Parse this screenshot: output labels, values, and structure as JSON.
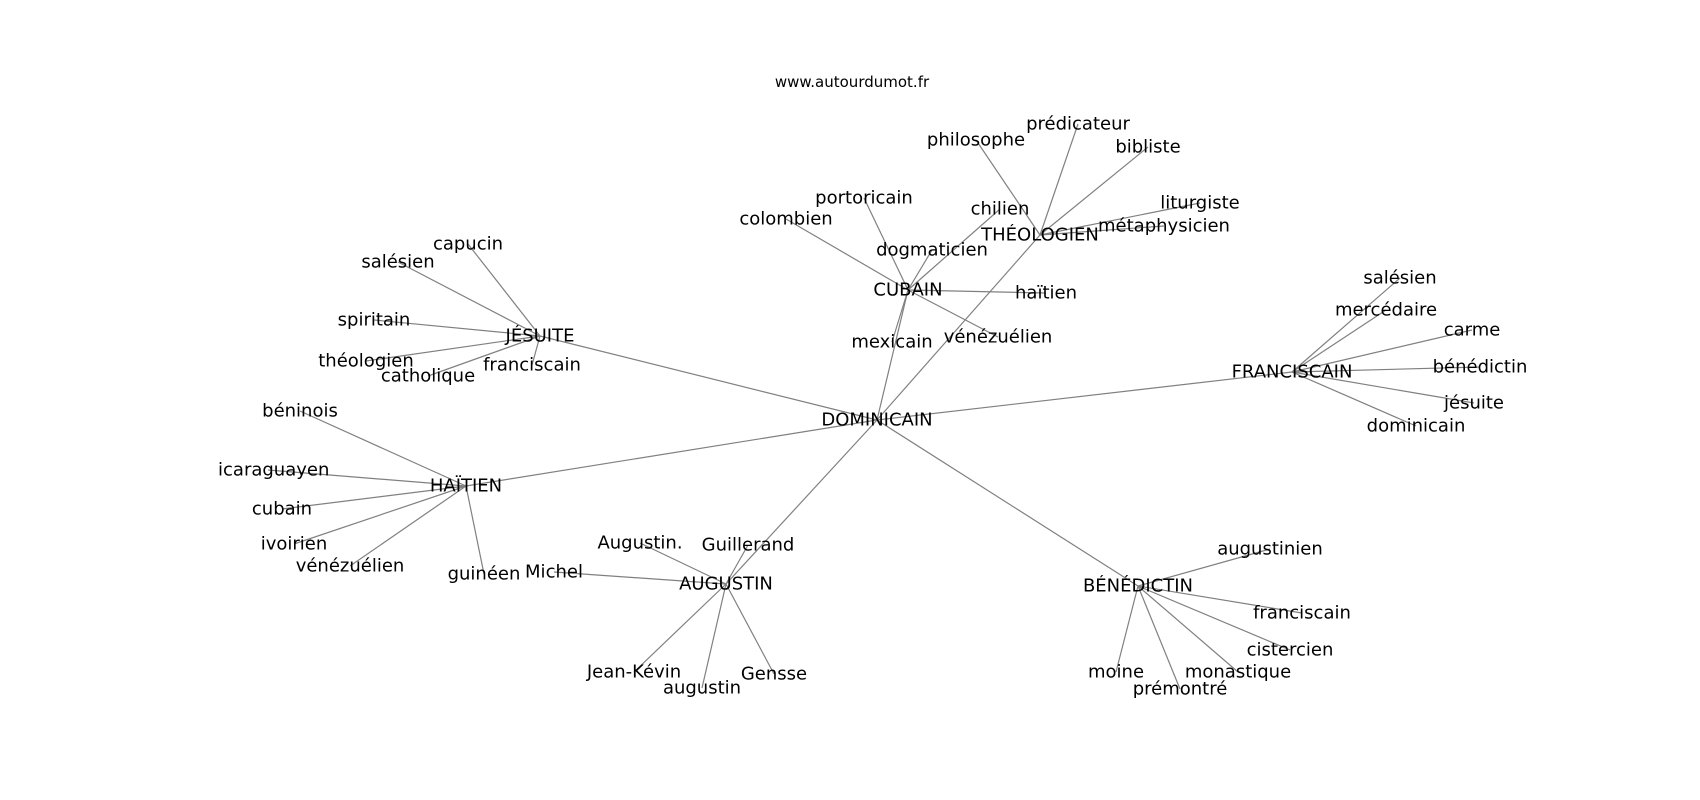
{
  "title": "www.autourdumot.fr",
  "edge_color": "#808080",
  "center": {
    "id": "dominicain",
    "label": "DOMINICAIN"
  },
  "hubs": [
    {
      "id": "cubain",
      "label": "CUBAIN",
      "leaves": [
        {
          "id": "cubain-colombien",
          "label": "colombien"
        },
        {
          "id": "cubain-portoricain",
          "label": "portoricain"
        },
        {
          "id": "cubain-chilien",
          "label": "chilien"
        },
        {
          "id": "cubain-dogmaticien",
          "label": "dogmaticien"
        },
        {
          "id": "cubain-haitien",
          "label": "haïtien"
        },
        {
          "id": "cubain-venezuelien",
          "label": "vénézuélien"
        },
        {
          "id": "cubain-mexicain",
          "label": "mexicain"
        }
      ]
    },
    {
      "id": "theologien",
      "label": "THÉOLOGIEN",
      "leaves": [
        {
          "id": "theologien-philosophe",
          "label": "philosophe"
        },
        {
          "id": "theologien-predicateur",
          "label": "prédicateur"
        },
        {
          "id": "theologien-bibliste",
          "label": "bibliste"
        },
        {
          "id": "theologien-liturgiste",
          "label": "liturgiste"
        },
        {
          "id": "theologien-metaphysicien",
          "label": "métaphysicien"
        }
      ]
    },
    {
      "id": "jesuite",
      "label": "JÉSUITE",
      "leaves": [
        {
          "id": "jesuite-capucin",
          "label": "capucin"
        },
        {
          "id": "jesuite-salesien",
          "label": "salésien"
        },
        {
          "id": "jesuite-spiritain",
          "label": "spiritain"
        },
        {
          "id": "jesuite-theologien",
          "label": "théologien"
        },
        {
          "id": "jesuite-catholique",
          "label": "catholique"
        },
        {
          "id": "jesuite-franciscain",
          "label": "franciscain"
        }
      ]
    },
    {
      "id": "franciscain",
      "label": "FRANCISCAIN",
      "leaves": [
        {
          "id": "franciscain-salesien",
          "label": "salésien"
        },
        {
          "id": "franciscain-mercedaire",
          "label": "mercédaire"
        },
        {
          "id": "franciscain-carme",
          "label": "carme"
        },
        {
          "id": "franciscain-benedictin",
          "label": "bénédictin"
        },
        {
          "id": "franciscain-jesuite",
          "label": "jésuite"
        },
        {
          "id": "franciscain-dominicain",
          "label": "dominicain"
        }
      ]
    },
    {
      "id": "haitien",
      "label": "HAÏTIEN",
      "leaves": [
        {
          "id": "haitien-beninois",
          "label": "béninois"
        },
        {
          "id": "haitien-nicaraguayen",
          "label": "nicaraguayen"
        },
        {
          "id": "haitien-cubain",
          "label": "cubain"
        },
        {
          "id": "haitien-ivoirien",
          "label": "ivoirien"
        },
        {
          "id": "haitien-venezuelien",
          "label": "vénézuélien"
        },
        {
          "id": "haitien-guineen",
          "label": "guinéen"
        }
      ]
    },
    {
      "id": "augustin",
      "label": "AUGUSTIN",
      "leaves": [
        {
          "id": "augustin-augustin-dot",
          "label": "Augustin."
        },
        {
          "id": "augustin-guillerand",
          "label": "Guillerand"
        },
        {
          "id": "augustin-michel",
          "label": "Michel"
        },
        {
          "id": "augustin-jean-kevin",
          "label": "Jean-Kévin"
        },
        {
          "id": "augustin-augustin",
          "label": "augustin"
        },
        {
          "id": "augustin-gensse",
          "label": "Gensse"
        }
      ]
    },
    {
      "id": "benedictin",
      "label": "BÉNÉDICTIN",
      "leaves": [
        {
          "id": "benedictin-augustinien",
          "label": "augustinien"
        },
        {
          "id": "benedictin-franciscain",
          "label": "franciscain"
        },
        {
          "id": "benedictin-cistercien",
          "label": "cistercien"
        },
        {
          "id": "benedictin-monastique",
          "label": "monastique"
        },
        {
          "id": "benedictin-premontre",
          "label": "prémontré"
        },
        {
          "id": "benedictin-moine",
          "label": "moine"
        }
      ]
    }
  ]
}
